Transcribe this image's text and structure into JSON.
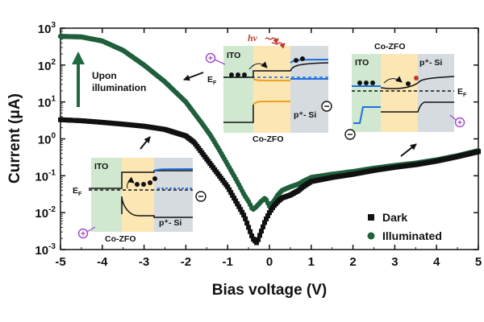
{
  "chart_data": {
    "type": "scatter",
    "title": "",
    "xlabel": "Bias voltage (V)",
    "ylabel": "Current (μA)",
    "xlim": [
      -5,
      5
    ],
    "ylim": [
      0.001,
      1000
    ],
    "y_scale": "log",
    "x_ticks": [
      -5,
      -4,
      -3,
      -2,
      -1,
      0,
      1,
      2,
      3,
      4,
      5
    ],
    "y_ticks": [
      0.001,
      0.01,
      0.1,
      1,
      10,
      100,
      1000
    ],
    "y_tick_labels": [
      {
        "base": "10",
        "exp": "-3"
      },
      {
        "base": "10",
        "exp": "-2"
      },
      {
        "base": "10",
        "exp": "-1"
      },
      {
        "base": "10",
        "exp": "0"
      },
      {
        "base": "10",
        "exp": "1"
      },
      {
        "base": "10",
        "exp": "2"
      },
      {
        "base": "10",
        "exp": "3"
      }
    ],
    "legend_position": "bottom-right",
    "series": [
      {
        "name": "Dark",
        "marker": "square",
        "color": "#111111",
        "x": [
          -5.0,
          -4.5,
          -4.0,
          -3.5,
          -3.0,
          -2.5,
          -2.0,
          -1.8,
          -1.6,
          -1.4,
          -1.2,
          -1.0,
          -0.8,
          -0.6,
          -0.5,
          -0.4,
          -0.3,
          -0.2,
          -0.1,
          0.0,
          0.1,
          0.2,
          0.3,
          0.5,
          0.7,
          0.8,
          1.0,
          1.5,
          2.0,
          2.5,
          3.0,
          3.5,
          4.0,
          4.5,
          5.0
        ],
        "y": [
          3.3,
          3.1,
          2.8,
          2.5,
          2.2,
          1.8,
          1.2,
          0.8,
          0.4,
          0.2,
          0.1,
          0.05,
          0.02,
          0.008,
          0.004,
          0.002,
          0.0015,
          0.003,
          0.006,
          0.01,
          0.015,
          0.02,
          0.025,
          0.03,
          0.04,
          0.05,
          0.07,
          0.09,
          0.11,
          0.14,
          0.17,
          0.2,
          0.25,
          0.33,
          0.45
        ]
      },
      {
        "name": "Illuminated",
        "marker": "circle",
        "color": "#1f5f3b",
        "x": [
          -5.0,
          -4.5,
          -4.0,
          -3.5,
          -3.0,
          -2.5,
          -2.0,
          -1.8,
          -1.6,
          -1.4,
          -1.2,
          -1.0,
          -0.8,
          -0.6,
          -0.5,
          -0.4,
          -0.3,
          -0.2,
          -0.1,
          0.0,
          0.1,
          0.2,
          0.3,
          0.5,
          0.7,
          0.8,
          1.0,
          1.5,
          2.0,
          2.5,
          3.0,
          3.5,
          4.0,
          4.5,
          5.0
        ],
        "y": [
          600,
          580,
          450,
          250,
          100,
          35,
          10,
          5,
          2.5,
          1.2,
          0.5,
          0.2,
          0.08,
          0.03,
          0.02,
          0.012,
          0.015,
          0.02,
          0.025,
          0.015,
          0.02,
          0.03,
          0.04,
          0.05,
          0.06,
          0.07,
          0.09,
          0.11,
          0.13,
          0.16,
          0.19,
          0.22,
          0.27,
          0.35,
          0.48
        ]
      }
    ],
    "annotations": [
      {
        "text": "Upon"
      },
      {
        "text": "illumination"
      }
    ]
  },
  "insets": {
    "left": {
      "ito": "ITO",
      "ef": "E",
      "ef_sub": "F",
      "zfo": "Co-ZFO",
      "si": "p⁺- Si"
    },
    "middle": {
      "hv": "hv",
      "ito": "ITO",
      "ef": "E",
      "ef_sub": "F",
      "zfo": "Co-ZFO",
      "si": "p⁺- Si"
    },
    "right": {
      "zfo": "Co-ZFO",
      "ito": "ITO",
      "si": "p⁺- Si",
      "ef": "E",
      "ef_sub": "F"
    }
  },
  "colors": {
    "ito_fill": "#cfe8cf",
    "zfo_fill": "#fbe6b4",
    "si_fill": "#d6dbe0",
    "band_blue": "#1f6fe0",
    "band_orange": "#f0a020",
    "arrow_green": "#1f6a3f",
    "hole_purple": "#a04dc8"
  }
}
